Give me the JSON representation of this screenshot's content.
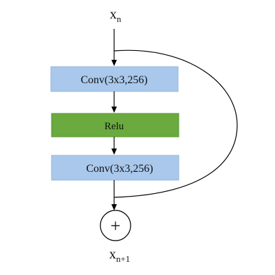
{
  "input": {
    "label_base": "x",
    "label_sub": "n"
  },
  "output": {
    "label_base": "x",
    "label_sub": "n+1"
  },
  "blocks": [
    {
      "label": "Conv(3x3,256)",
      "color": "#a9c8ec",
      "edge": "#95b6dc"
    },
    {
      "label": "Relu",
      "color": "#6aaa3f",
      "edge": "#5a9634"
    },
    {
      "label": "Conv(3x3,256)",
      "color": "#a9c8ec",
      "edge": "#95b6dc"
    }
  ],
  "adder": {
    "symbol": "+"
  },
  "colors": {
    "line": "#000000"
  }
}
